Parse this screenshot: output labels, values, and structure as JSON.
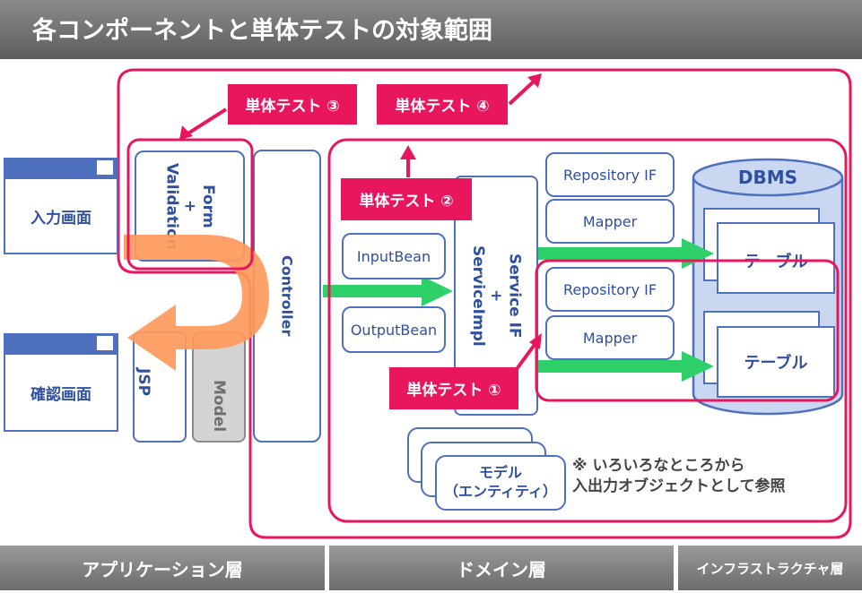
{
  "title": "各コンポーネントと単体テストの対象範囲",
  "screens": {
    "input": "入力画面",
    "confirm": "確認画面"
  },
  "components": {
    "form_validation": "Form\n+\nValidation",
    "jsp": "JSP",
    "model": "Model",
    "controller": "Controller",
    "input_bean": "InputBean",
    "output_bean": "OutputBean",
    "service": "Service IF\n+\nServiceImpl",
    "repository_if_1": "Repository IF",
    "mapper_1": "Mapper",
    "repository_if_2": "Repository IF",
    "mapper_2": "Mapper",
    "dbms": "DBMS",
    "table_1": "テーブル",
    "table_2": "テーブル",
    "entity": "モデル\n（エンティティ）"
  },
  "tests": {
    "test1": "単体テスト ①",
    "test2": "単体テスト ②",
    "test3": "単体テスト ③",
    "test4": "単体テスト ④"
  },
  "note": "※ いろいろなところから\n入出力オブジェクトとして参照",
  "layers": {
    "application": "アプリケーション層",
    "domain": "ドメイン層",
    "infrastructure": "インフラストラクチャ層"
  },
  "colors": {
    "accent": "#e8175d",
    "component_blue": "#4f6fbf",
    "flow_green": "#2ed06a",
    "flow_orange": "#ff9a5c"
  }
}
